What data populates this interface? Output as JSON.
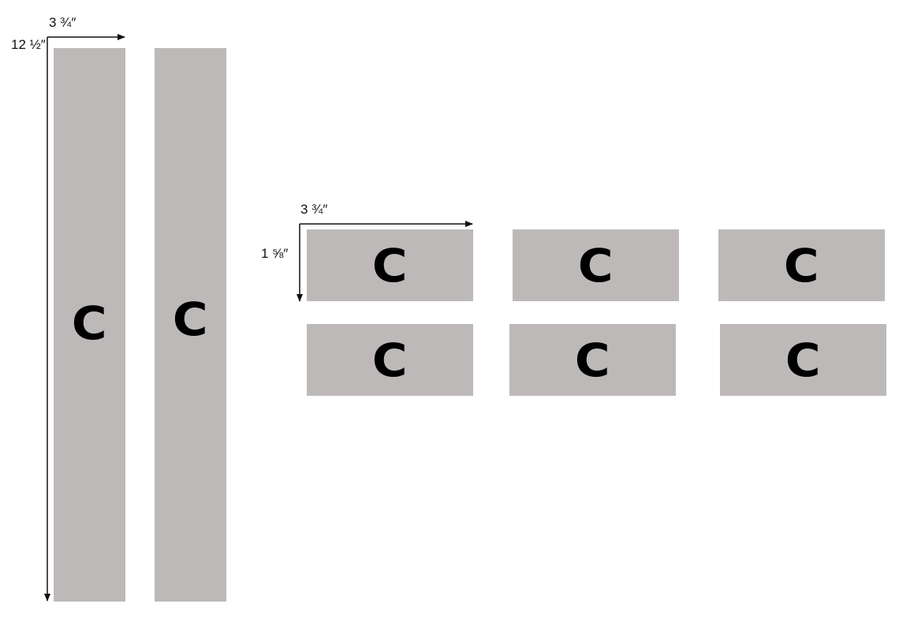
{
  "colors": {
    "piece_fill": "#bcb9b8",
    "label": "#000000",
    "arrow": "#111111",
    "background": "#ffffff"
  },
  "long_strips": {
    "width_label": "3 ¾″",
    "length_label": "12 ½″",
    "pieces": [
      {
        "label": "C"
      },
      {
        "label": "C"
      }
    ]
  },
  "short_pieces": {
    "width_label": "3 ¾″",
    "height_label": "1 ⅝″",
    "pieces": [
      {
        "label": "C"
      },
      {
        "label": "C"
      },
      {
        "label": "C"
      },
      {
        "label": "C"
      },
      {
        "label": "C"
      },
      {
        "label": "C"
      }
    ]
  }
}
